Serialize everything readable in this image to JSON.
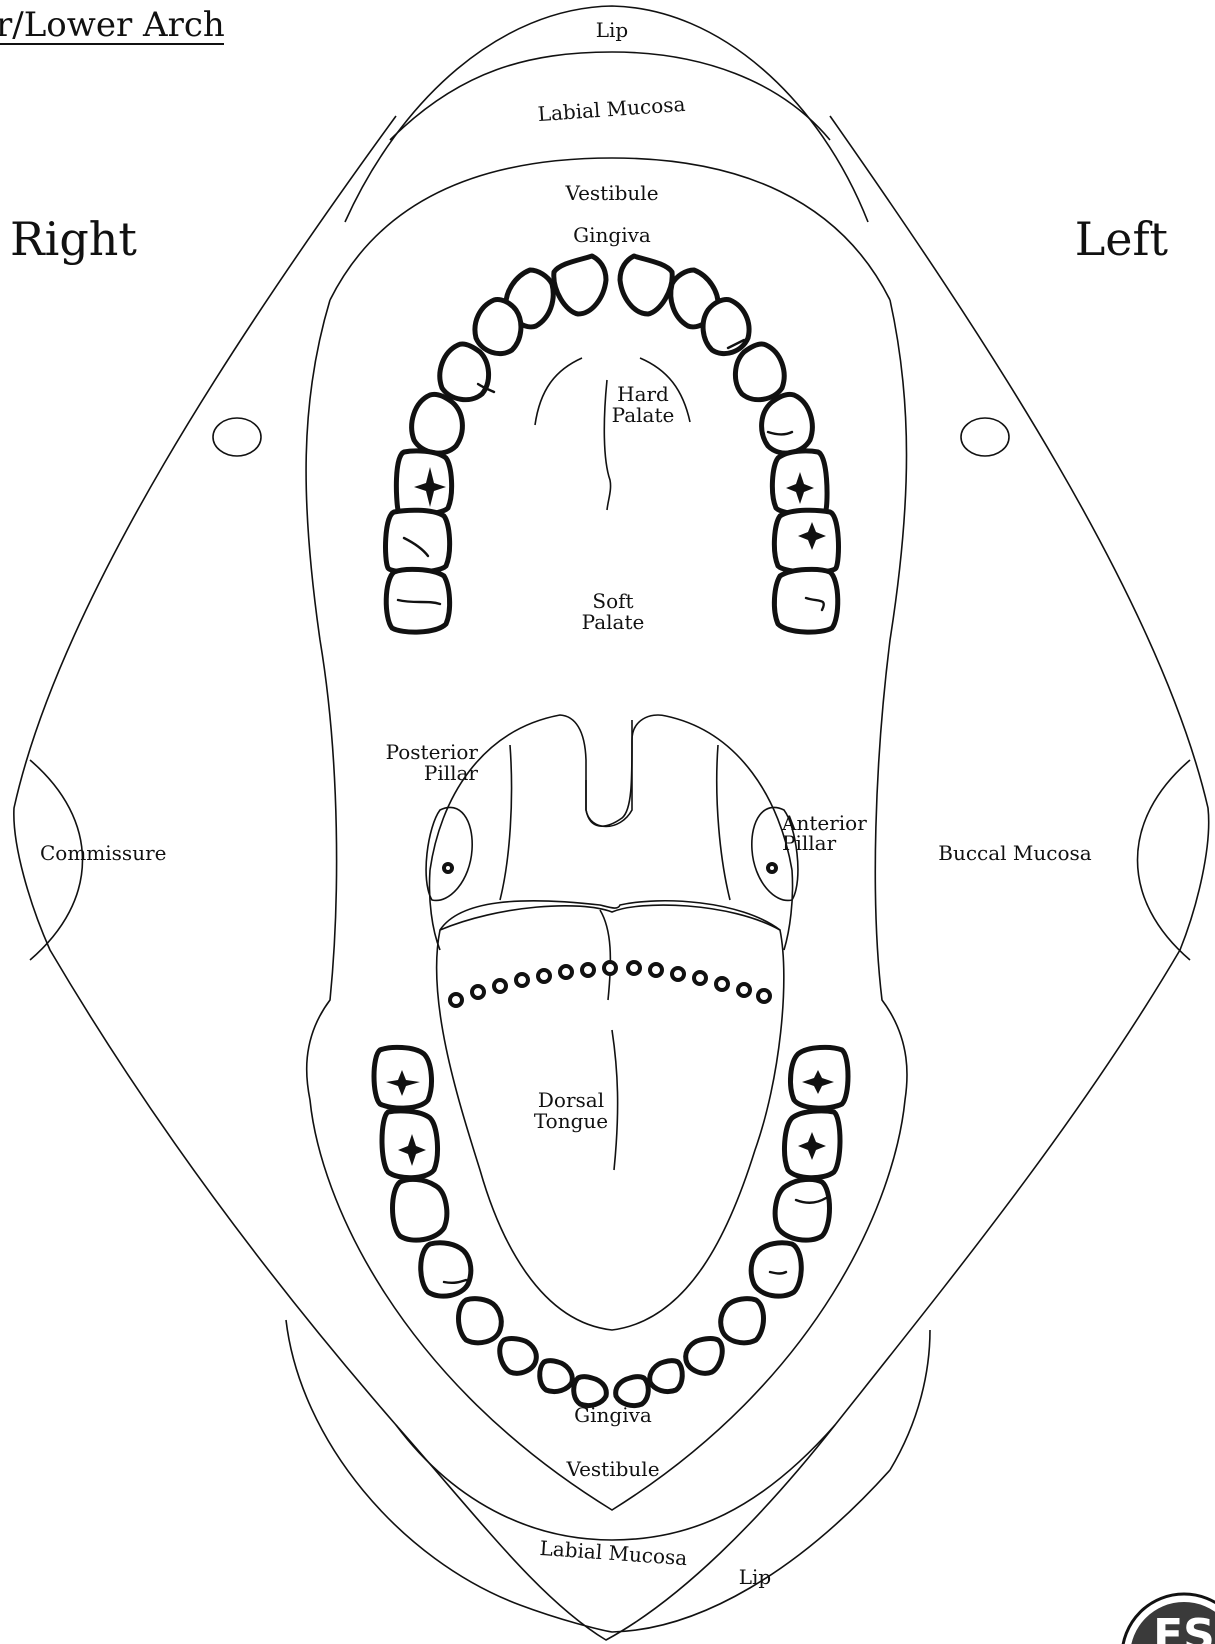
{
  "header": {
    "title": "r/Lower Arch"
  },
  "orientation": {
    "right": "Right",
    "left": "Left"
  },
  "labels": {
    "lip_top": "Lip",
    "labial_mucosa_top": "Labial Mucosa",
    "vestibule_top": "Vestibule",
    "gingiva_top": "Gingiva",
    "hard_palate_1": "Hard",
    "hard_palate_2": "Palate",
    "soft_palate_1": "Soft",
    "soft_palate_2": "Palate",
    "posterior_pillar_1": "Posterior",
    "posterior_pillar_2": "Pillar",
    "anterior_pillar_1": "Anterior",
    "anterior_pillar_2": "Pillar",
    "commissure": "Commissure",
    "buccal_mucosa": "Buccal Mucosa",
    "dorsal_tongue_1": "Dorsal",
    "dorsal_tongue_2": "Tongue",
    "gingiva_bottom": "Gingiva",
    "vestibule_bottom": "Vestibule",
    "labial_mucosa_bottom": "Labial Mucosa",
    "lip_bottom": "Lip"
  },
  "logo": {
    "text": "FS",
    "color": "#3a3a3a"
  }
}
